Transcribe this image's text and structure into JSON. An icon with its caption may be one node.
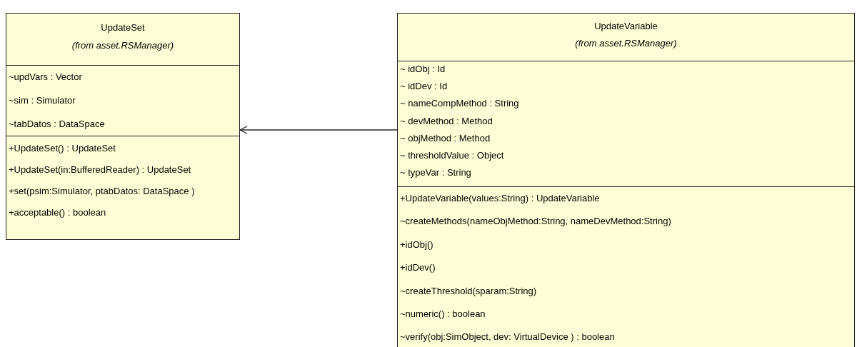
{
  "diagram": {
    "nodes": [
      {
        "text": [
          "UpdateSet",
          "(from asset.RSManager)"
        ]
      },
      {
        "text": [
          "~updVars : Vector",
          "~sim : Simulator",
          "~tabDatos : DataSpace"
        ],
        "in": 0
      },
      {
        "text": [
          "+UpdateSet() : UpdateSet",
          "+UpdateSet(in:BufferedReader) : UpdateSet",
          "+set(psim:Simulator, ptabDatos: DataSpace )",
          "+acceptable() : boolean"
        ],
        "in": 0
      },
      {
        "text": [
          "UpdateVariable",
          "(from asset.RSManager)"
        ]
      },
      {
        "text": [
          "~ idObj : Id",
          "~ idDev : Id",
          "~ nameCompMethod : String",
          "~ devMethod : Method",
          "~ objMethod : Method",
          "~ thresholdValue : Object",
          "~ typeVar : String"
        ],
        "in": 3
      },
      {
        "text": [
          "+UpdateVariable(values:String) : UpdateVariable",
          "~createMethods(nameObjMethod:String, nameDevMethod:String)",
          "+idObj()",
          "+idDev()",
          "~createThreshold(sparam:String)",
          "~numeric() : boolean",
          "~verify(obj:SimObject, dev: VirtualDevice ) : boolean"
        ],
        "in": 3
      }
    ],
    "edges": [
      {
        "from": 3,
        "to": 0,
        "arrow": "to"
      }
    ]
  }
}
